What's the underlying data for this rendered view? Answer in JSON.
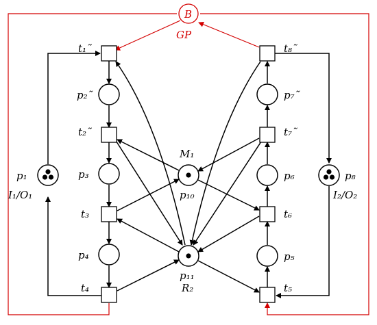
{
  "places": {
    "p1": {
      "name": "p₁",
      "tokens": 3,
      "annotation": "I₁/O₁"
    },
    "p2": {
      "name": "p₂˜",
      "tokens": 0
    },
    "p3": {
      "name": "p₃",
      "tokens": 0
    },
    "p4": {
      "name": "p₄",
      "tokens": 0
    },
    "p5": {
      "name": "p₅",
      "tokens": 0
    },
    "p6": {
      "name": "p₆",
      "tokens": 0
    },
    "p7": {
      "name": "p₇˜",
      "tokens": 0
    },
    "p8": {
      "name": "p₈",
      "tokens": 3,
      "annotation": "I₂/O₂"
    },
    "p10": {
      "name": "p₁₀",
      "tokens": 1,
      "annotation": "M₁"
    },
    "p11": {
      "name": "p₁₁",
      "tokens": 1,
      "annotation": "R₂"
    },
    "B": {
      "name": "B",
      "annotation": "GP"
    }
  },
  "transitions": {
    "t1": "t₁˜",
    "t2": "t₂˜",
    "t3": "t₃",
    "t4": "t₄",
    "t5": "t₅",
    "t6": "t₆",
    "t7": "t₇˜",
    "t8": "t₈˜"
  },
  "colors": {
    "net": "#000000",
    "guard": "#d40000"
  }
}
